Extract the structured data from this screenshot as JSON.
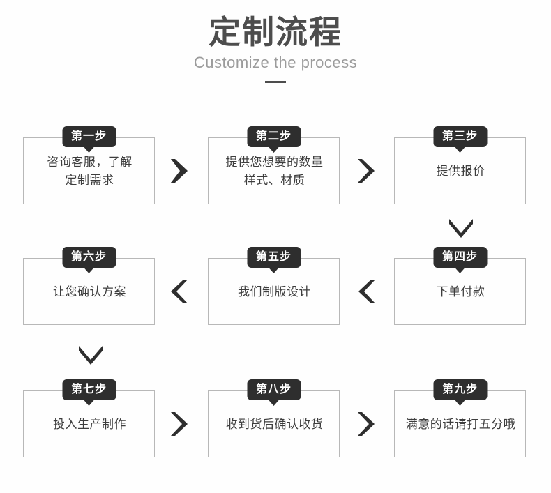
{
  "header": {
    "title": "定制流程",
    "subtitle": "Customize the process"
  },
  "colors": {
    "background": "#fefefe",
    "title": "#4d4d4d",
    "subtitle": "#9b9b9b",
    "badge_bg": "#2e2e2e",
    "badge_text": "#ffffff",
    "box_border": "#b8b8b8",
    "box_text": "#3d3d3d",
    "arrow": "#2e2e2e"
  },
  "flow": {
    "steps": [
      {
        "badge": "第一步",
        "line1": "咨询客服，了解",
        "line2": "定制需求"
      },
      {
        "badge": "第二步",
        "line1": "提供您想要的数量",
        "line2": "样式、材质"
      },
      {
        "badge": "第三步",
        "line1": "提供报价",
        "line2": ""
      },
      {
        "badge": "第四步",
        "line1": "下单付款",
        "line2": ""
      },
      {
        "badge": "第五步",
        "line1": "我们制版设计",
        "line2": ""
      },
      {
        "badge": "第六步",
        "line1": "让您确认方案",
        "line2": ""
      },
      {
        "badge": "第七步",
        "line1": "投入生产制作",
        "line2": ""
      },
      {
        "badge": "第八步",
        "line1": "收到货后确认收货",
        "line2": ""
      },
      {
        "badge": "第九步",
        "line1": "满意的话请打五分哦",
        "line2": ""
      }
    ],
    "arrows": [
      {
        "direction": "right",
        "from": "第一步",
        "to": "第二步"
      },
      {
        "direction": "right",
        "from": "第二步",
        "to": "第三步"
      },
      {
        "direction": "down",
        "from": "第三步",
        "to": "第四步"
      },
      {
        "direction": "left",
        "from": "第四步",
        "to": "第五步"
      },
      {
        "direction": "left",
        "from": "第五步",
        "to": "第六步"
      },
      {
        "direction": "down",
        "from": "第六步",
        "to": "第七步"
      },
      {
        "direction": "right",
        "from": "第七步",
        "to": "第八步"
      },
      {
        "direction": "right",
        "from": "第八步",
        "to": "第九步"
      }
    ]
  }
}
